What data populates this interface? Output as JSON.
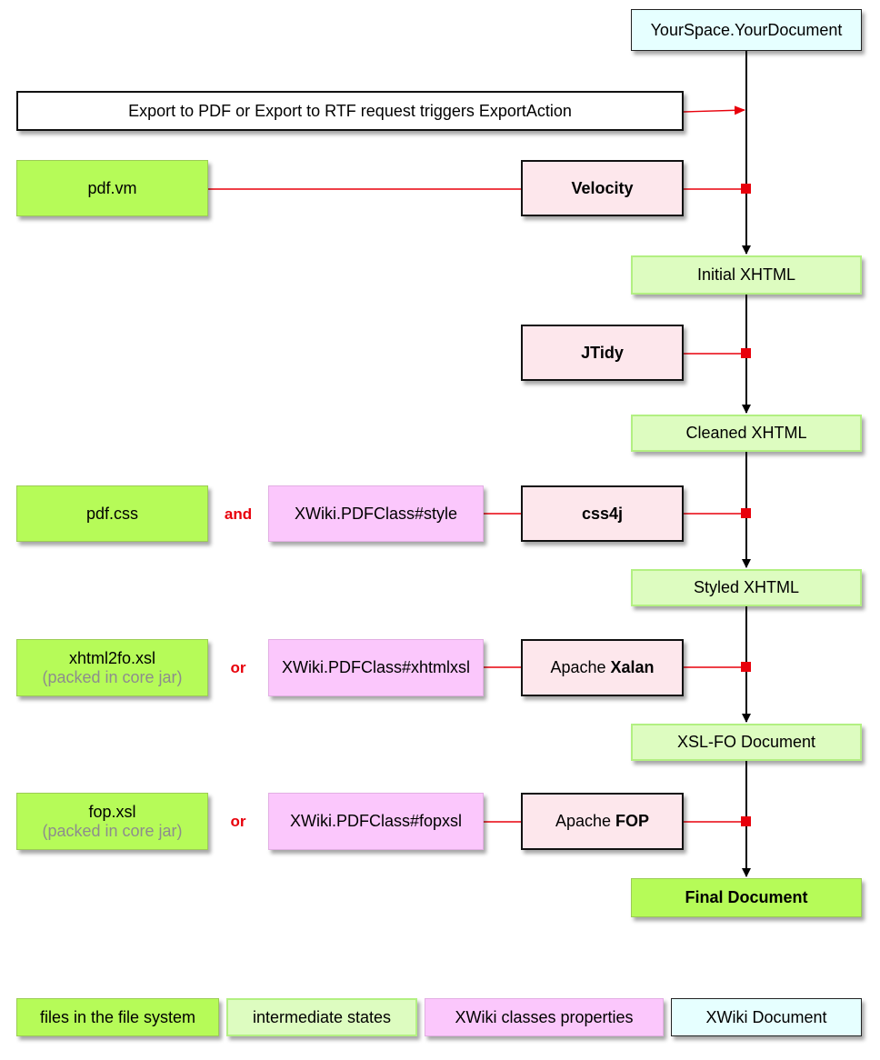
{
  "nodes": {
    "doc": "YourSpace.YourDocument",
    "export": "Export to PDF or Export to RTF request triggers ExportAction",
    "pdf_vm": "pdf.vm",
    "velocity": "Velocity",
    "initial_xhtml": "Initial XHTML",
    "jtidy": "JTidy",
    "cleaned_xhtml": "Cleaned XHTML",
    "pdf_css": "pdf.css",
    "style_prop": "XWiki.PDFClass#style",
    "css4j": "css4j",
    "styled_xhtml": "Styled XHTML",
    "xhtml2fo": "xhtml2fo.xsl",
    "packed1": "(packed in core jar)",
    "xhtmlxsl_prop": "XWiki.PDFClass#xhtmlxsl",
    "xalan_prefix": "Apache",
    "xalan_name": "Xalan",
    "xslfo_doc": "XSL-FO Document",
    "fop_xsl": "fop.xsl",
    "packed2": "(packed in core jar)",
    "fopxsl_prop": "XWiki.PDFClass#fopxsl",
    "fop_prefix": "Apache",
    "fop_name": "FOP",
    "final_doc": "Final Document"
  },
  "connectors": {
    "and": "and",
    "or1": "or",
    "or2": "or"
  },
  "legend": {
    "files": "files in the file system",
    "intermediate": "intermediate states",
    "classes": "XWiki classes properties",
    "document": "XWiki Document"
  },
  "colors": {
    "file": "#b6fb58",
    "intermediate": "#ddfcc0",
    "class_property": "#fbc7fc",
    "xwiki_document": "#e6ffff",
    "processor": "#fde7ec",
    "connector": "#e8000b"
  }
}
